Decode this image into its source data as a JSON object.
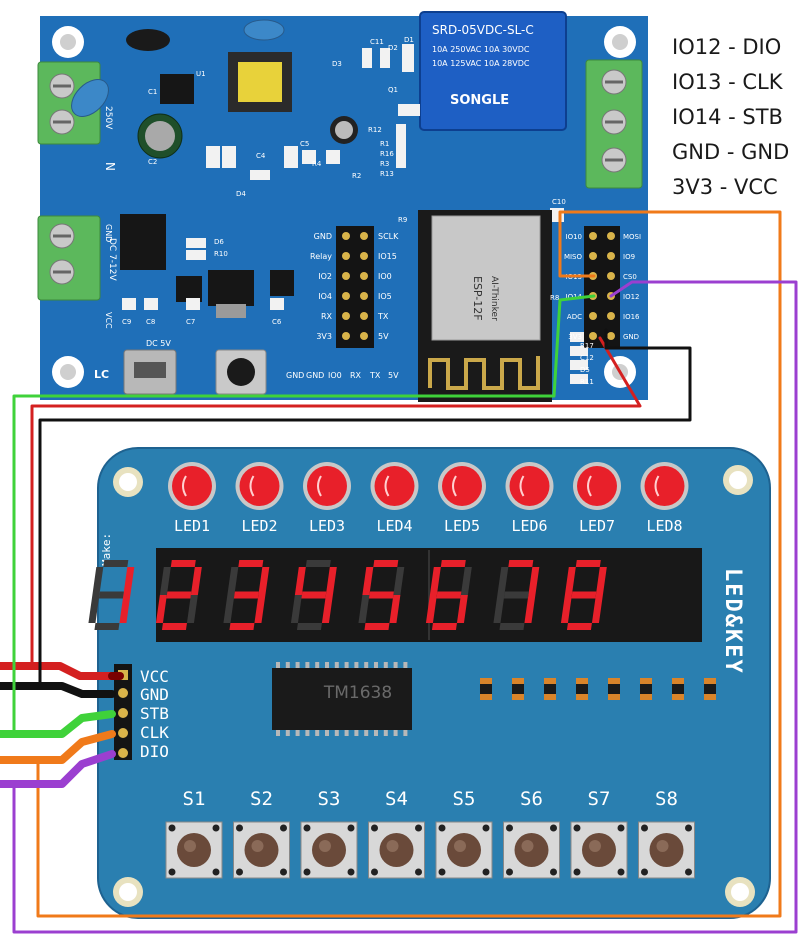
{
  "legend": {
    "lines": [
      "IO12 - DIO",
      "IO13 - CLK",
      "IO14 - STB",
      "GND - GND",
      "3V3 - VCC"
    ]
  },
  "relay_board": {
    "relay_text": [
      "SRD-05VDC-SL-C",
      "10A 250VAC  10A 30VDC",
      "10A 125VAC  10A 28VDC",
      "SONGLE"
    ],
    "module_text": [
      "ESP-12F",
      "AI-Thinker"
    ],
    "input_label": "DC 7-12V",
    "gnd_label": "GND",
    "vcc_label": "VCC",
    "ac_label": "250V",
    "n_label": "N",
    "dc5v_label": "DC 5V",
    "lc_label": "LC",
    "left_header": [
      "GND",
      "Relay",
      "IO2",
      "IO4",
      "RX",
      "3V3"
    ],
    "mid_header": [
      "SCLK",
      "IO15",
      "IO0",
      "IO5",
      "TX",
      "5V"
    ],
    "bottom_header": [
      "GND",
      "GND",
      "IO0",
      "RX",
      "TX",
      "5V"
    ],
    "right_header_left": [
      "IO10",
      "MISO",
      "IO13",
      "IO14",
      "ADC",
      "3V3"
    ],
    "right_header_right": [
      "MOSI",
      "IO9",
      "CS0",
      "IO12",
      "IO16",
      "GND"
    ],
    "components": [
      "C11",
      "D2",
      "D1",
      "D3",
      "R12",
      "R1",
      "R16",
      "R3",
      "R13",
      "D4",
      "R2",
      "R4",
      "C4",
      "C5",
      "D6",
      "R10",
      "C7",
      "C6",
      "C9",
      "C8",
      "R9",
      "C10",
      "R8",
      "R17",
      "C12",
      "D5",
      "R11",
      "C1",
      "C2",
      "U1",
      "Q1"
    ]
  },
  "ledkey": {
    "make_label": "Make:",
    "led_labels": [
      "LED1",
      "LED2",
      "LED3",
      "LED4",
      "LED5",
      "LED6",
      "LED7",
      "LED8"
    ],
    "digits": [
      "1",
      "2",
      "3",
      "4",
      "5",
      "6",
      "7",
      "8"
    ],
    "chip_label": "TM1638",
    "brand": "LED&KEY",
    "pins": [
      "VCC",
      "GND",
      "STB",
      "CLK",
      "DIO"
    ],
    "switch_labels": [
      "S1",
      "S2",
      "S3",
      "S4",
      "S5",
      "S6",
      "S7",
      "S8"
    ]
  },
  "colors": {
    "board_blue": "#1f6fb8",
    "ledkey_blue": "#2a7fb0",
    "terminal_green": "#5cb85c",
    "relay_blue": "#1e5fc4",
    "led_red": "#e8202a",
    "wire_red": "#d42020",
    "wire_black": "#111111",
    "wire_green": "#3fd23a",
    "wire_orange": "#f07a1a",
    "wire_purple": "#9b3fd0"
  }
}
